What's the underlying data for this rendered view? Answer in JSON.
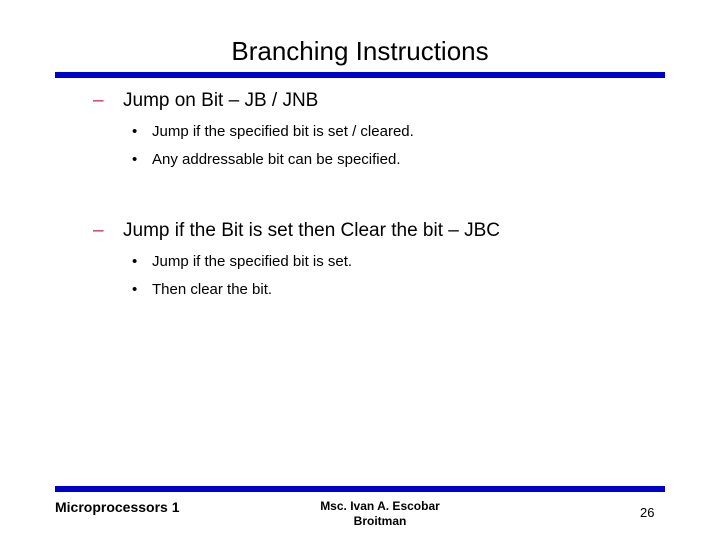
{
  "slide": {
    "title": "Branching Instructions",
    "accent_color": "#0000CC",
    "bullet_dash_color": "#BE2F6B",
    "background_color": "#FFFFFF",
    "text_color": "#000000",
    "dash_glyph": "–",
    "dot_glyph": "•",
    "groups": [
      {
        "heading": "– Jump on Bit – JB / JNB",
        "heading_text": "Jump on Bit – JB / JNB",
        "sub_items": [
          "Jump if the specified bit is set / cleared.",
          "Any addressable bit can be specified."
        ]
      },
      {
        "heading": "– Jump if the Bit is set then Clear the bit – JBC",
        "heading_text": "Jump if the Bit is set then Clear the bit – JBC",
        "sub_items": [
          "Jump if the specified bit is set.",
          "Then clear the bit."
        ]
      }
    ]
  },
  "footer": {
    "left": "Microprocessors 1",
    "center_line1": "Msc. Ivan A. Escobar",
    "center_line2": "Broitman",
    "page_number": "26"
  }
}
